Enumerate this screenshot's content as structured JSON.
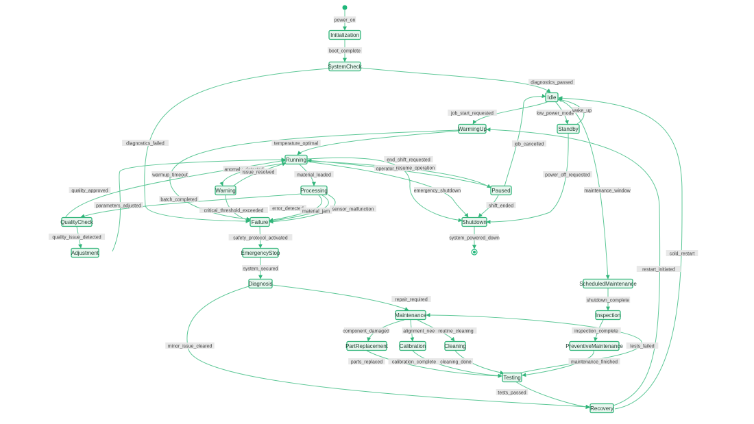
{
  "colors": {
    "node_fill": "#e8f7ef",
    "node_stroke": "#31b57a",
    "edge": "#5cc796",
    "label_bg": "#e6e6e6",
    "start": "#1fb77a"
  },
  "states": [
    {
      "id": "Initialization",
      "label": "Initialization"
    },
    {
      "id": "SystemCheck",
      "label": "SystemCheck"
    },
    {
      "id": "Idle",
      "label": "Idle"
    },
    {
      "id": "WarmingUp",
      "label": "WarmingUp"
    },
    {
      "id": "Standby",
      "label": "Standby"
    },
    {
      "id": "Running",
      "label": "Running"
    },
    {
      "id": "Warning",
      "label": "Warning"
    },
    {
      "id": "Processing",
      "label": "Processing"
    },
    {
      "id": "Paused",
      "label": "Paused"
    },
    {
      "id": "QualityCheck",
      "label": "QualityCheck"
    },
    {
      "id": "Failure",
      "label": "Failure"
    },
    {
      "id": "Shutdown",
      "label": "Shutdown"
    },
    {
      "id": "Adjustment",
      "label": "Adjustment"
    },
    {
      "id": "EmergencyStop",
      "label": "EmergencyStop"
    },
    {
      "id": "Diagnosis",
      "label": "Diagnosis"
    },
    {
      "id": "ScheduledMaintenance",
      "label": "ScheduledMaintenance"
    },
    {
      "id": "Inspection",
      "label": "Inspection"
    },
    {
      "id": "Maintenance",
      "label": "Maintenance"
    },
    {
      "id": "PartReplacement",
      "label": "PartReplacement"
    },
    {
      "id": "Calibration",
      "label": "Calibration"
    },
    {
      "id": "Cleaning",
      "label": "Cleaning"
    },
    {
      "id": "PreventiveMaintenance",
      "label": "PreventiveMaintenance"
    },
    {
      "id": "Testing",
      "label": "Testing"
    },
    {
      "id": "Recovery",
      "label": "Recovery"
    }
  ],
  "transitions": [
    {
      "from": "start",
      "to": "Initialization",
      "label": "power_on"
    },
    {
      "from": "Initialization",
      "to": "SystemCheck",
      "label": "boot_complete"
    },
    {
      "from": "SystemCheck",
      "to": "Idle",
      "label": "diagnostics_passed"
    },
    {
      "from": "SystemCheck",
      "to": "Failure",
      "label": "diagnostics_failed"
    },
    {
      "from": "Idle",
      "to": "WarmingUp",
      "label": "job_start_requested"
    },
    {
      "from": "Idle",
      "to": "Standby",
      "label": "low_power_mode"
    },
    {
      "from": "Standby",
      "to": "Idle",
      "label": "wake_up"
    },
    {
      "from": "WarmingUp",
      "to": "Running",
      "label": "temperature_optimal"
    },
    {
      "from": "WarmingUp",
      "to": "Failure",
      "label": "warmup_timeout"
    },
    {
      "from": "Running",
      "to": "Warning",
      "label": "anomaly_detected"
    },
    {
      "from": "Warning",
      "to": "Running",
      "label": "issue_resolved"
    },
    {
      "from": "Running",
      "to": "Processing",
      "label": "material_loaded"
    },
    {
      "from": "Running",
      "to": "Paused",
      "label": "operator_pause"
    },
    {
      "from": "Paused",
      "to": "Running",
      "label": "resume_operation"
    },
    {
      "from": "Running",
      "to": "Shutdown",
      "label": "end_shift_requested"
    },
    {
      "from": "Processing",
      "to": "QualityCheck",
      "label": "batch_completed"
    },
    {
      "from": "QualityCheck",
      "to": "Running",
      "label": "quality_approved"
    },
    {
      "from": "QualityCheck",
      "to": "Adjustment",
      "label": "quality_issue_detected"
    },
    {
      "from": "Adjustment",
      "to": "Running",
      "label": "parameters_adjusted"
    },
    {
      "from": "Warning",
      "to": "Failure",
      "label": "critical_threshold_exceeded"
    },
    {
      "from": "Processing",
      "to": "Failure",
      "label": "error_detected"
    },
    {
      "from": "Processing",
      "to": "Failure",
      "label": "material_jam"
    },
    {
      "from": "Processing",
      "to": "Failure",
      "label": "sensor_malfunction"
    },
    {
      "from": "Running",
      "to": "Shutdown",
      "label": "emergency_shutdown"
    },
    {
      "from": "Paused",
      "to": "Idle",
      "label": "job_cancelled"
    },
    {
      "from": "Paused",
      "to": "Shutdown",
      "label": "shift_ended"
    },
    {
      "from": "Standby",
      "to": "Shutdown",
      "label": "power_off_requested"
    },
    {
      "from": "Shutdown",
      "to": "end",
      "label": "system_powered_down"
    },
    {
      "from": "Failure",
      "to": "EmergencyStop",
      "label": "safety_protocol_activated"
    },
    {
      "from": "EmergencyStop",
      "to": "Diagnosis",
      "label": "system_secured"
    },
    {
      "from": "Diagnosis",
      "to": "Maintenance",
      "label": "repair_required"
    },
    {
      "from": "Diagnosis",
      "to": "Recovery",
      "label": "minor_issue_cleared"
    },
    {
      "from": "Idle",
      "to": "ScheduledMaintenance",
      "label": "maintenance_window"
    },
    {
      "from": "ScheduledMaintenance",
      "to": "Inspection",
      "label": "shutdown_complete"
    },
    {
      "from": "Inspection",
      "to": "PreventiveMaintenance",
      "label": "inspection_complete"
    },
    {
      "from": "Maintenance",
      "to": "PartReplacement",
      "label": "component_damaged"
    },
    {
      "from": "Maintenance",
      "to": "Calibration",
      "label": "alignment_needed"
    },
    {
      "from": "Maintenance",
      "to": "Cleaning",
      "label": "routine_cleaning"
    },
    {
      "from": "PartReplacement",
      "to": "Testing",
      "label": "parts_replaced"
    },
    {
      "from": "Calibration",
      "to": "Testing",
      "label": "calibration_complete"
    },
    {
      "from": "Cleaning",
      "to": "Testing",
      "label": "cleaning_done"
    },
    {
      "from": "PreventiveMaintenance",
      "to": "Testing",
      "label": "maintenance_finished"
    },
    {
      "from": "Testing",
      "to": "Maintenance",
      "label": "tests_failed"
    },
    {
      "from": "Testing",
      "to": "Recovery",
      "label": "tests_passed"
    },
    {
      "from": "Recovery",
      "to": "WarmingUp",
      "label": "restart_initiated"
    },
    {
      "from": "Recovery",
      "to": "Idle",
      "label": "cold_restart"
    }
  ]
}
